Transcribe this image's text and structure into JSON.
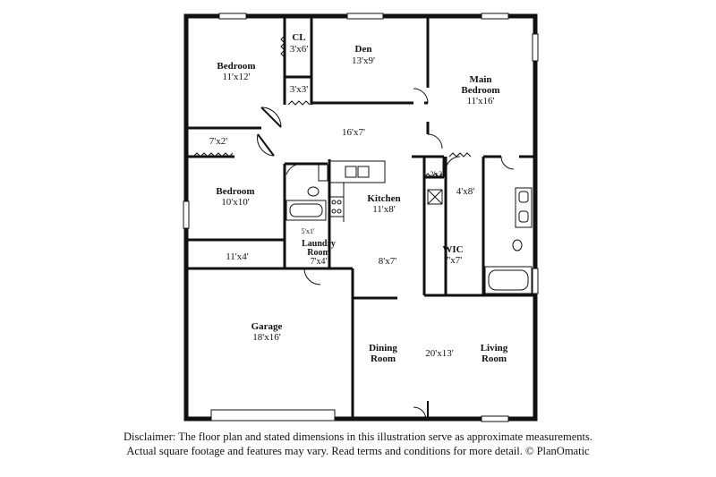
{
  "rooms": {
    "bedroom_top": {
      "name": "Bedroom",
      "size": "11'x12'"
    },
    "closet": {
      "name": "CL",
      "size": "3'x6'"
    },
    "den": {
      "name": "Den",
      "size": "13'x9'"
    },
    "main_bedroom": {
      "name_line1": "Main",
      "name_line2": "Bedroom",
      "size": "11'x16'"
    },
    "small_closet": {
      "size": "3'x3'"
    },
    "hall": {
      "size": "16'x7'"
    },
    "linen": {
      "size": "7'x2'"
    },
    "bedroom_mid": {
      "name": "Bedroom",
      "size": "10'x10'"
    },
    "kitchen": {
      "name": "Kitchen",
      "size": "11'x8'"
    },
    "pantry": {
      "size": "2'x3'"
    },
    "bath_main": {
      "size": "4'x8'"
    },
    "laundry_nook": {
      "size": "5'x1'"
    },
    "laundry": {
      "name_line1": "Laundry",
      "name_line2": "Room",
      "size": "7'x4'"
    },
    "storage": {
      "size": "11'x4'"
    },
    "breakfast": {
      "size": "8'x7'"
    },
    "wic": {
      "name": "WIC",
      "size": "7'x7'"
    },
    "garage": {
      "name": "Garage",
      "size": "18'x16'"
    },
    "dining": {
      "name_line1": "Dining",
      "name_line2": "Room"
    },
    "great_room": {
      "size": "20'x13'"
    },
    "living": {
      "name_line1": "Living",
      "name_line2": "Room"
    }
  },
  "disclaimer": {
    "line1": "Disclaimer: The floor plan and stated dimensions in this illustration serve as approximate measurements.",
    "line2": "Actual square footage and features may vary. Read terms and conditions for more detail. © PlanOmatic"
  },
  "colors": {
    "wall": "#111111",
    "background": "#ffffff"
  }
}
